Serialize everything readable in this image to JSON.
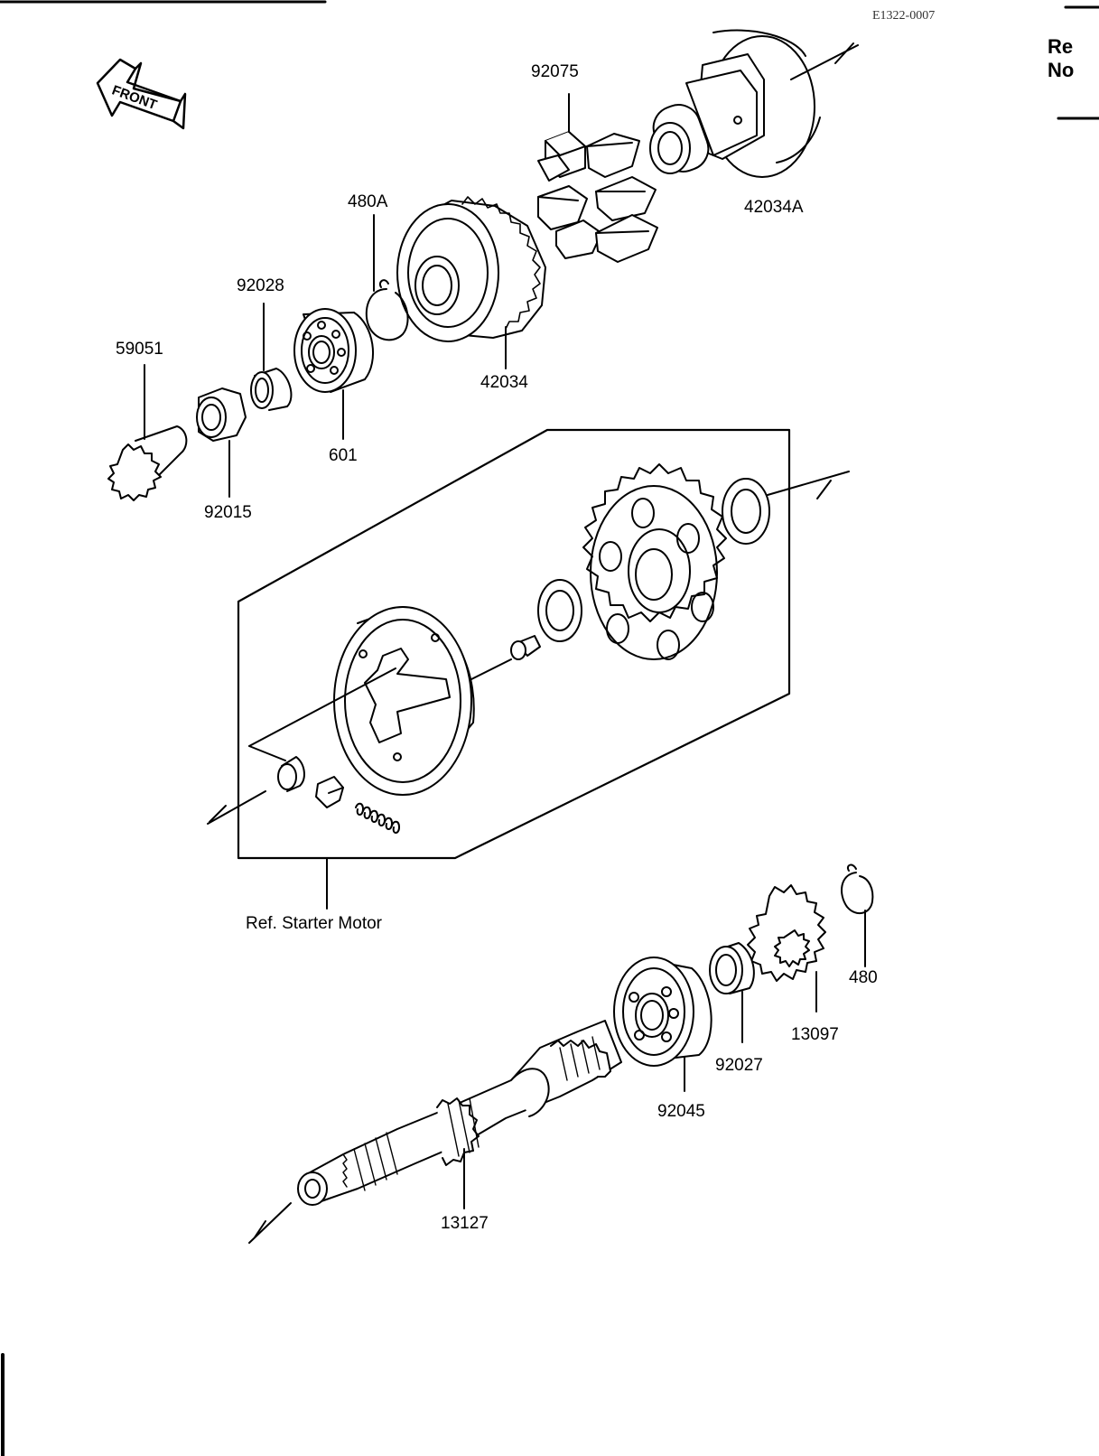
{
  "figure_code": "E1322-0007",
  "front_badge": "FRONT",
  "side_tab": {
    "line1": "Re",
    "line2": "No"
  },
  "labels": {
    "p92075": "92075",
    "p42034A": "42034A",
    "p480A": "480A",
    "p92028": "92028",
    "p59051": "59051",
    "p42034": "42034",
    "p601": "601",
    "p92015": "92015",
    "ref_starter": "Ref. Starter Motor",
    "p480": "480",
    "p13097": "13097",
    "p92027": "92027",
    "p92045": "92045",
    "p13127": "13127"
  }
}
